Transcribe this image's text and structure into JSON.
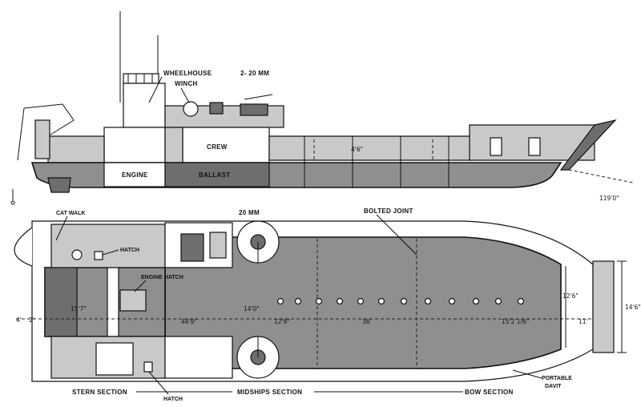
{
  "profile_labels": {
    "wheelhouse": "WHEELHOUSE",
    "winch": "WINCH",
    "guns": "2- 20 MM",
    "crew": "CREW",
    "engine": "ENGINE",
    "ballast": "BALLAST",
    "depth": "4'6\"",
    "length": "119'0\""
  },
  "plan_labels": {
    "cat_walk": "CAT WALK",
    "gun": "20 MM",
    "bolted_joint": "BOLTED JOINT",
    "hatch_top": "HATCH",
    "engine_hatch": "ENGINE HATCH",
    "hatch_bottom": "HATCH",
    "portable": "PORTABLE",
    "davit": "DAVIT"
  },
  "dimensions": {
    "d_4": "4'",
    "d_2": "2'",
    "d_15_7": "15'7\"",
    "d_14_0": "14'0\"",
    "d_44_9": "44'9\"",
    "d_12_8": "12'8\"",
    "d_36": "36'",
    "d_12_6": "12'6\"",
    "d_15_2": "15'2 1/6\"",
    "d_11": "11'",
    "d_14_6": "14'6\""
  },
  "sections": {
    "stern": "STERN SECTION",
    "midships": "MIDSHIPS SECTION",
    "bow": "BOW SECTION"
  }
}
